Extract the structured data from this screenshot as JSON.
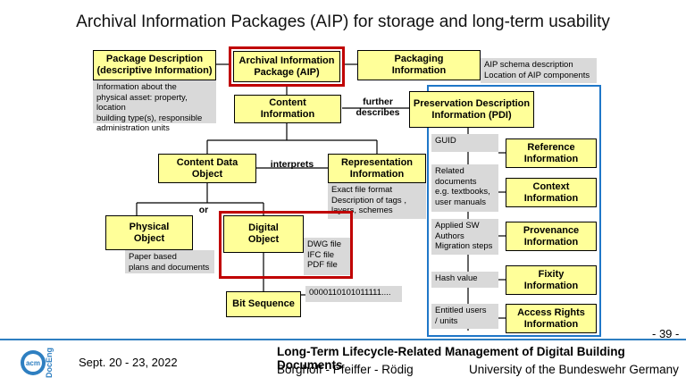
{
  "title": "Archival Information Packages (AIP) for storage and long-term usability",
  "boxes": {
    "package_description": "Package Description\n(descriptive Information)",
    "aip": "Archival Information\nPackage (AIP)",
    "packaging": "Packaging\nInformation",
    "content_info": "Content\nInformation",
    "pdi": "Preservation Description\nInformation (PDI)",
    "content_data_object": "Content Data\nObject",
    "representation_info": "Representation\nInformation",
    "physical_object": "Physical\nObject",
    "digital_object": "Digital\nObject",
    "bit_sequence": "Bit Sequence",
    "reference_info": "Reference\nInformation",
    "context_info": "Context\nInformation",
    "provenance_info": "Provenance\nInformation",
    "fixity_info": "Fixity\nInformation",
    "access_rights_info": "Access Rights\nInformation"
  },
  "notes": {
    "package_description": "Information about  the\nphysical asset: property, location\nbuilding  type(s), responsible\nadministration units",
    "packaging": "AIP schema description\nLocation of AIP components",
    "representation": "Exact  file format\nDescription of  tags ,\nlayers,  schemes",
    "physical": "Paper based\nplans and documents",
    "digital": "DWG file\nIFC file\nPDF file",
    "bits": "0000110101011111....",
    "guid": "GUID",
    "related": "Related\ndocuments\ne.g. textbooks,\nuser manuals",
    "applied": "Applied SW\nAuthors\nMigration steps",
    "hash": "Hash value",
    "entitled": "Entitled  users\n/ units"
  },
  "labels": {
    "further_describes": "further\ndescribes",
    "interprets": "interprets",
    "or": "or"
  },
  "footer": {
    "page_number": "- 39 -",
    "date": "Sept. 20 - 23, 2022",
    "talk_title": "Long-Term Lifecycle-Related Management of Digital Building Documents",
    "authors": "Borghoff - Pfeiffer - Rödig",
    "university": "University of the Bundeswehr Germany",
    "logo_text": "acm",
    "logo_sub": "DocEng"
  },
  "colors": {
    "box_fill": "#ffff99",
    "note_fill": "#d9d9d9",
    "highlight_red": "#c00000",
    "pdi_blue": "#1f77c8"
  }
}
